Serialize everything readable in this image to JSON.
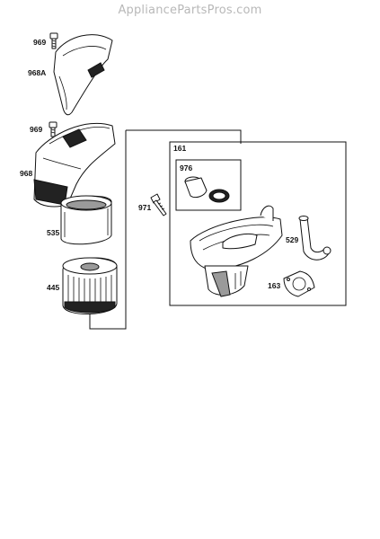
{
  "watermark": "AppliancePartsPros.com",
  "parts": [
    {
      "id": "969",
      "part": "screw"
    },
    {
      "id": "968A",
      "part": "air-cleaner-cover-upper"
    },
    {
      "id": "969",
      "part": "screw"
    },
    {
      "id": "968",
      "part": "air-cleaner-cover"
    },
    {
      "id": "535",
      "part": "pre-cleaner"
    },
    {
      "id": "445",
      "part": "air-filter-cartridge"
    },
    {
      "id": "971",
      "part": "screw"
    },
    {
      "id": "161",
      "part": "air-cleaner-base-assembly"
    },
    {
      "id": "976",
      "part": "grommet-kit"
    },
    {
      "id": "529",
      "part": "breather-tube"
    },
    {
      "id": "163",
      "part": "gasket"
    }
  ]
}
